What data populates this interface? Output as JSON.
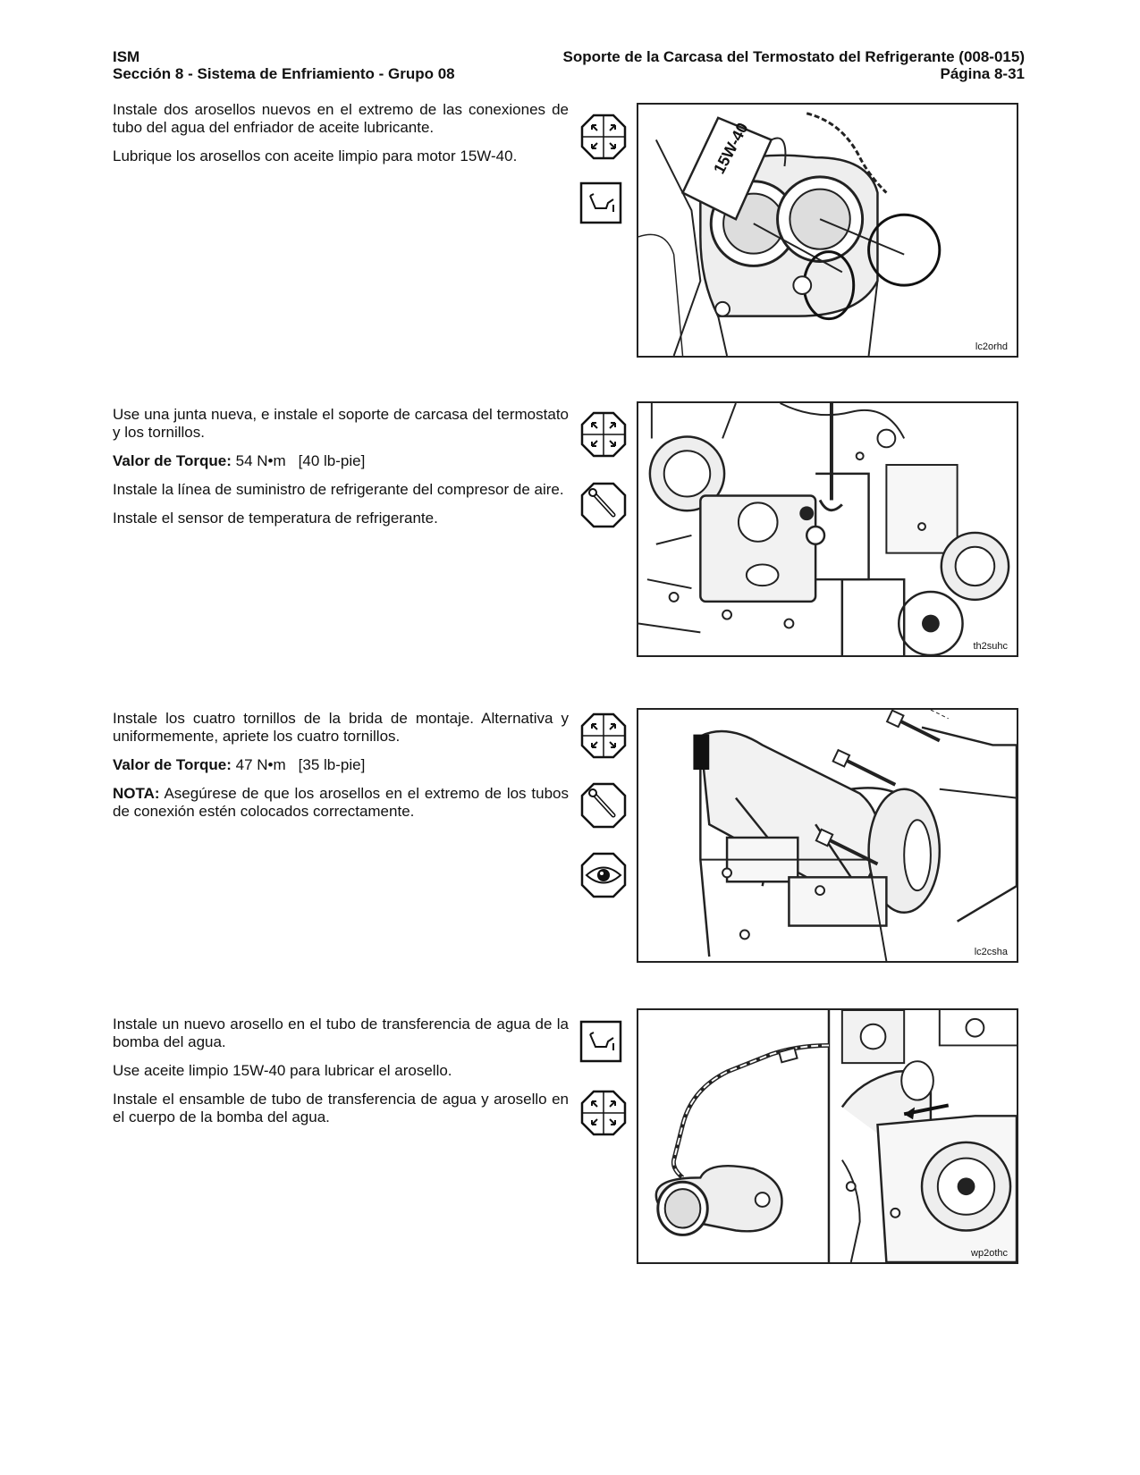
{
  "header": {
    "left_line1": "ISM",
    "right_line1": "Soporte de la Carcasa del Termostato del Refrigerante (008-015)",
    "left_line2": "Sección 8 - Sistema de Enfriamiento - Grupo 08",
    "right_line2": "Página 8-31"
  },
  "step1": {
    "p1": "Instale dos arosellos nuevos en el extremo de las conexiones de tubo del agua del enfriador de aceite lubricante.",
    "p2": "Lubrique los arosellos con aceite limpio para motor 15W-40.",
    "figure_label": "lc2orhd",
    "oil_label": "15W-40",
    "icons": [
      "assemble-icon",
      "oil-can-icon"
    ]
  },
  "step2": {
    "p1": "Use una junta nueva, e instale el soporte de carcasa del termostato y los tornillos.",
    "torque_label": "Valor de Torque:",
    "torque_metric": "54 N•m",
    "torque_imperial": "[40  lb-pie]",
    "p3": "Instale la línea de suministro de refrigerante del compresor de aire.",
    "p4": "Instale el sensor de temperatura de refrigerante.",
    "figure_label": "th2suhc",
    "icons": [
      "assemble-icon",
      "torque-wrench-icon"
    ]
  },
  "step3": {
    "p1": "Instale los cuatro tornillos de la brida de montaje. Alternativa y uniformemente, apriete los cuatro tornillos.",
    "torque_label": "Valor de Torque:",
    "torque_metric": "47 N•m",
    "torque_imperial": "[35  lb-pie]",
    "note_label": "NOTA:",
    "note_text": "Asegúrese de que los arosellos en el extremo de los tubos de conexión estén colocados correctamente.",
    "figure_label": "lc2csha",
    "icons": [
      "assemble-icon",
      "torque-wrench-icon",
      "inspect-eye-icon"
    ]
  },
  "step4": {
    "p1": "Instale un nuevo arosello en el tubo de transferencia de agua de la bomba del agua.",
    "p2": "Use aceite limpio 15W-40 para lubricar el arosello.",
    "p3": "Instale el ensamble de tubo de transferencia de agua y arosello en el cuerpo de la bomba del agua.",
    "figure_label": "wp2othc",
    "icons": [
      "oil-can-icon",
      "assemble-icon"
    ]
  }
}
